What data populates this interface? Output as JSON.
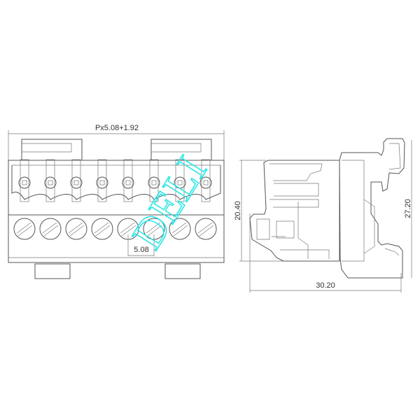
{
  "dimensions": {
    "total_width": "Px5.08+1.92",
    "pitch": "5.08",
    "height_body": "20.40",
    "height_total": "27.20",
    "depth": "30.20"
  },
  "watermark": "DELI",
  "pin_count": 8,
  "colors": {
    "line": "#555555",
    "watermark": "#2EE6E6"
  }
}
